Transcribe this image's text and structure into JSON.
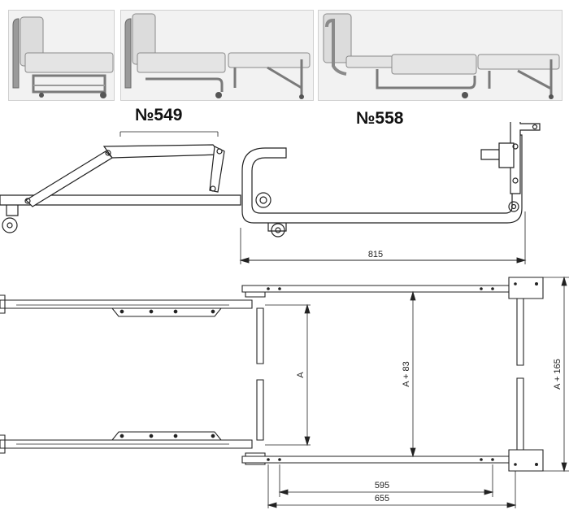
{
  "models": [
    {
      "label": "№549"
    },
    {
      "label": "№558"
    }
  ],
  "side_view": {
    "dimension_label": "815"
  },
  "top_view": {
    "dimensions": {
      "a": "A",
      "a_plus_83": "A + 83",
      "a_plus_165": "A + 165",
      "d595": "595",
      "d655": "655"
    }
  }
}
